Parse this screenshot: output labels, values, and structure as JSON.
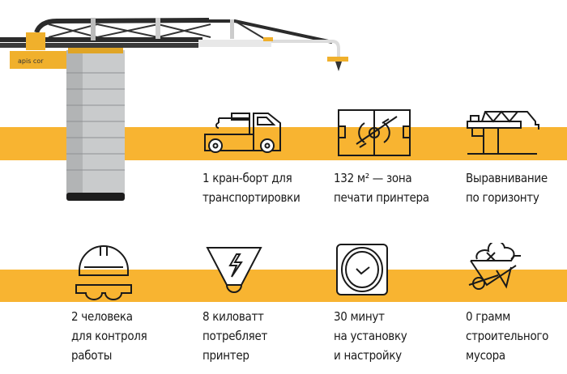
{
  "brand": {
    "logo_text": "apis cor",
    "accent": "#f8b431"
  },
  "features": [
    {
      "icon": "crane-truck-icon",
      "lines": [
        "1 кран-борт для",
        "транспортировки"
      ]
    },
    {
      "icon": "print-area-icon",
      "lines": [
        "132 м² — зона",
        "печати принтера"
      ]
    },
    {
      "icon": "level-icon",
      "lines": [
        "Выравнивание",
        "по горизонту"
      ]
    },
    {
      "icon": "worker-icon",
      "lines": [
        "2 человека",
        "для контроля",
        "работы"
      ]
    },
    {
      "icon": "power-icon",
      "lines": [
        "8 киловатт",
        "потребляет",
        "принтер"
      ]
    },
    {
      "icon": "clock-icon",
      "lines": [
        "30 минут",
        "на установку",
        "и настройку"
      ]
    },
    {
      "icon": "wheelbarrow-icon",
      "lines": [
        "0 грамм",
        "строительного",
        "мусора"
      ]
    }
  ]
}
